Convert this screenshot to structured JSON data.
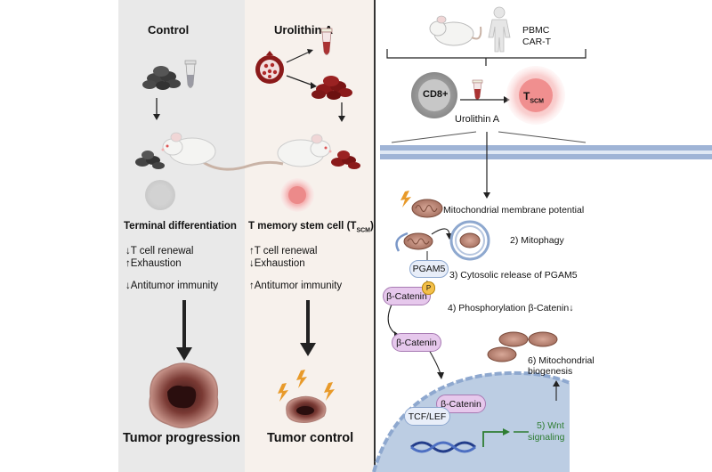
{
  "left": {
    "control": {
      "title": "Control",
      "cell_state": "Terminal differentiation",
      "effects": [
        "↓T cell renewal",
        "↑Exhaustion",
        "↓Antitumor immunity"
      ],
      "outcome": "Tumor progression"
    },
    "urolithin": {
      "title": "Urolithin A",
      "cell_state_main": "T memory stem cell (T",
      "cell_state_sub": "SCM",
      "cell_state_end": ")",
      "effects": [
        "↑T cell renewal",
        "↓Exhaustion",
        "↑Antitumor immunity"
      ],
      "outcome": "Tumor control"
    }
  },
  "right": {
    "top_labels": [
      "PBMC",
      "CAR-T"
    ],
    "cd8_label": "CD8+",
    "tscm_main": "T",
    "tscm_sub": "SCM",
    "treatment": "Urolithin A",
    "steps": {
      "step1": "Mitochondrial membrane potential",
      "step2": "2) Mitophagy",
      "step3": "3) Cytosolic release of PGAM5",
      "step4": "4) Phosphorylation β-Catenin↓",
      "step5_line1": "5) Wnt",
      "step5_line2": "signaling",
      "step6_line1": "6) Mitochondrial",
      "step6_line2": "biogenesis"
    },
    "proteins": {
      "pgam5": "PGAM5",
      "bcat1": "β-Catenin",
      "bcat2": "β-Catenin",
      "bcat3": "β-Catenin",
      "tcf": "TCF/LEF",
      "phospho": "P"
    }
  },
  "colors": {
    "control_bg": "#e9e9e9",
    "urolithin_bg": "#f7f1ec",
    "pomegranate_red": "#8b1a1a",
    "pill_purple": "#e6c8ec",
    "wnt_green": "#2e7d32",
    "nucleus_blue": "#bccde3",
    "tscm_glow": "#f2a5a5"
  }
}
